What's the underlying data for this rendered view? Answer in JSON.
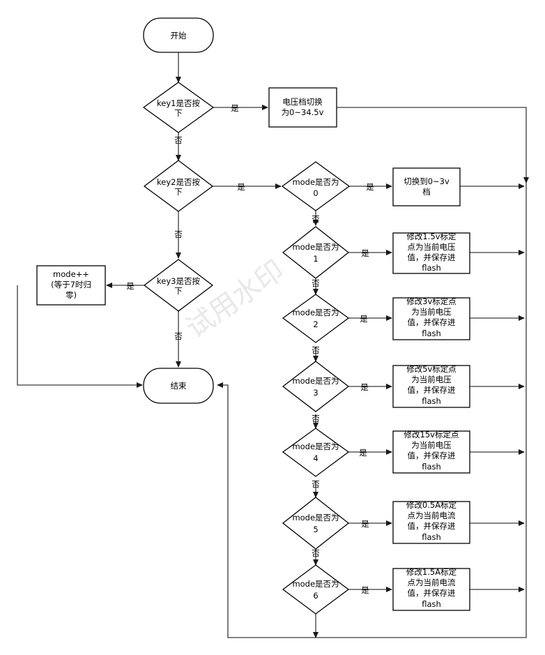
{
  "watermark": "试用水印",
  "nodes": {
    "start": "开始",
    "end": "结束",
    "key1_q": [
      "key1是否按",
      "下"
    ],
    "key2_q": [
      "key2是否按",
      "下"
    ],
    "key3_q": [
      "key3是否按",
      "下"
    ],
    "volt_switch": [
      "电压档切换",
      "为0~34.5v"
    ],
    "range_3v": [
      "切换到0~3v",
      "档"
    ],
    "mode_inc": [
      "mode++",
      "(等于7时归",
      "零)"
    ],
    "mode0_q": [
      "mode是否为",
      "0"
    ],
    "mode1_q": [
      "mode是否为",
      "1"
    ],
    "mode2_q": [
      "mode是否为",
      "2"
    ],
    "mode3_q": [
      "mode是否为",
      "3"
    ],
    "mode4_q": [
      "mode是否为",
      "4"
    ],
    "mode5_q": [
      "mode是否为",
      "5"
    ],
    "mode6_q": [
      "mode是否为",
      "6"
    ],
    "cal_1v5": [
      "修改1.5v标定",
      "点为当前电压",
      "值，并保存进",
      "flash"
    ],
    "cal_3v": [
      "修改3v标定点",
      "为当前电压",
      "值，并保存进",
      "flash"
    ],
    "cal_5v": [
      "修改5v标定点",
      "为当前电压",
      "值，并保存进",
      "flash"
    ],
    "cal_15v": [
      "修改15v标定点",
      "为当前电压",
      "值，并保存进",
      "flash"
    ],
    "cal_0a5": [
      "修改0.5A标定",
      "点为当前电流",
      "值，并保存进",
      "flash"
    ],
    "cal_1a5": [
      "修改1.5A标定",
      "点为当前电流",
      "值，并保存进",
      "flash"
    ]
  },
  "edges": {
    "yes": "是",
    "no": "否"
  }
}
